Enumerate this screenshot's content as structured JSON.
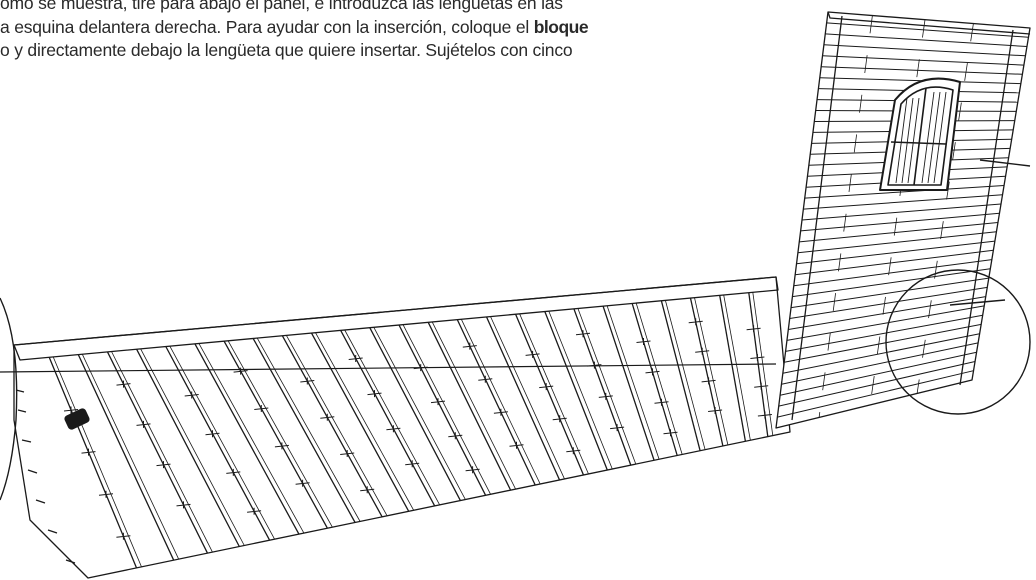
{
  "instructions": {
    "line1": "omo se muestra, tire para abajo el panel, e introduzca las lengüetas en las",
    "line2_a": "a esquina delantera derecha. Para ayudar con la inserción, coloque el ",
    "line2_bold": "bloque",
    "line3": "o y directamente debajo la lengüeta que quiere insertar. Sujételos con cinco"
  },
  "illustration": {
    "subject": "shed floor panel with upright wall panel and window",
    "stroke_color": "#1a1a1a",
    "background": "#ffffff",
    "callouts": [
      "right-lower-corner-detail-circle",
      "left-edge-detail-circle"
    ]
  }
}
